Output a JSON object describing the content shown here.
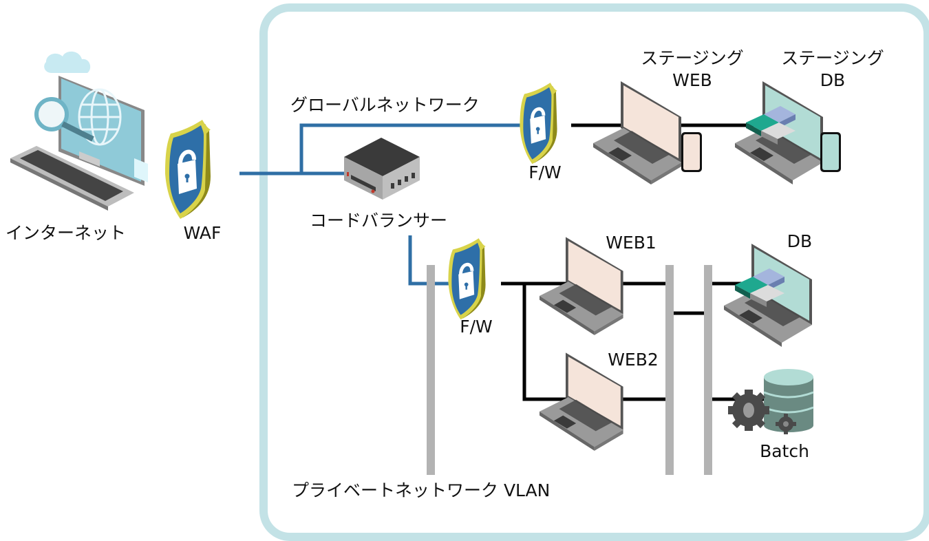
{
  "title": "Network architecture diagram",
  "colors": {
    "frame": "#c3e2e6",
    "global_link": "#2f6fa5",
    "private_link": "#000000",
    "vlan_bar": "#b3b3b3",
    "shield_blue": "#2e6fa8",
    "shield_rim": "#d8d34a",
    "screen_web": "#f5e4da",
    "screen_db": "#b2dcd5"
  },
  "nodes": {
    "internet": {
      "label": "インターネット",
      "icon": "computer-globe-icon"
    },
    "waf": {
      "label": "WAF",
      "icon": "shield-lock-icon"
    },
    "load_balancer": {
      "label": "コードバランサー",
      "icon": "server-box-icon"
    },
    "fw_global": {
      "label": "F/W",
      "icon": "shield-lock-icon"
    },
    "fw_private": {
      "label": "F/W",
      "icon": "shield-lock-icon"
    },
    "staging_web": {
      "label_line1": "ステージング",
      "label_line2": "WEB",
      "icon": "laptop-phone-icon"
    },
    "staging_db": {
      "label_line1": "ステージング",
      "label_line2": "DB",
      "icon": "laptop-puzzle-icon"
    },
    "web1": {
      "label": "WEB1",
      "icon": "laptop-icon"
    },
    "web2": {
      "label": "WEB2",
      "icon": "laptop-icon"
    },
    "db": {
      "label": "DB",
      "icon": "laptop-puzzle-icon"
    },
    "batch": {
      "label": "Batch",
      "icon": "database-gears-icon"
    }
  },
  "networks": {
    "global": {
      "label": "グローバルネットワーク"
    },
    "private": {
      "label": "プライベートネットワーク VLAN"
    }
  }
}
